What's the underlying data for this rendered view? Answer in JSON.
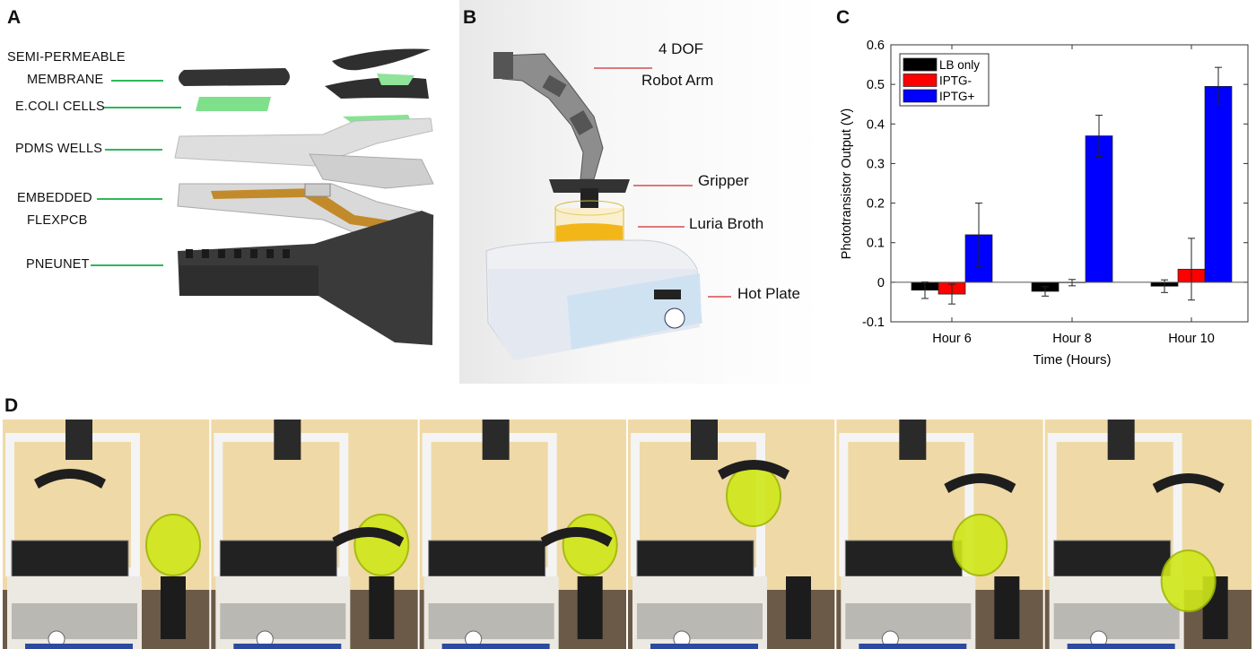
{
  "panels": {
    "a": {
      "letter": "A",
      "labels": [
        "SEMI-PERMEABLE",
        "MEMBRANE",
        "E.COLI CELLS",
        "PDMS WELLS",
        "EMBEDDED",
        "FLEXPCB",
        "PNEUNET"
      ]
    },
    "b": {
      "letter": "B",
      "labels": [
        "4 DOF",
        "Robot Arm",
        "Gripper",
        "Luria Broth",
        "Hot Plate"
      ]
    },
    "c": {
      "letter": "C"
    },
    "d": {
      "letter": "D",
      "frame_count": 6
    }
  },
  "colors": {
    "lb_only": "#000000",
    "iptg_minus": "#ff0000",
    "iptg_plus": "#0000ff",
    "leader_green": "#2db85a",
    "leader_red": "#e0777b"
  },
  "chart_data": {
    "type": "bar",
    "title": "",
    "xlabel": "Time (Hours)",
    "ylabel": "Phototransistor Output (V)",
    "ylim": [
      -0.1,
      0.6
    ],
    "yticks": [
      "-0.1",
      "0",
      "0.1",
      "0.2",
      "0.3",
      "0.4",
      "0.5",
      "0.6"
    ],
    "ytick_values": [
      -0.1,
      0,
      0.1,
      0.2,
      0.3,
      0.4,
      0.5,
      0.6
    ],
    "categories": [
      "Hour 6",
      "Hour 8",
      "Hour 10"
    ],
    "legend_position": "top-left",
    "grid": false,
    "series": [
      {
        "name": "LB only",
        "color": "#000000",
        "values": [
          -0.02,
          -0.023,
          -0.01
        ],
        "errors": [
          0.021,
          0.012,
          0.016
        ]
      },
      {
        "name": "IPTG-",
        "color": "#ff0000",
        "values": [
          -0.03,
          -0.001,
          0.033
        ],
        "errors": [
          0.025,
          0.008,
          0.078
        ]
      },
      {
        "name": "IPTG+",
        "color": "#0000ff",
        "values": [
          0.12,
          0.37,
          0.495
        ],
        "errors": [
          0.08,
          0.052,
          0.048
        ]
      }
    ]
  }
}
